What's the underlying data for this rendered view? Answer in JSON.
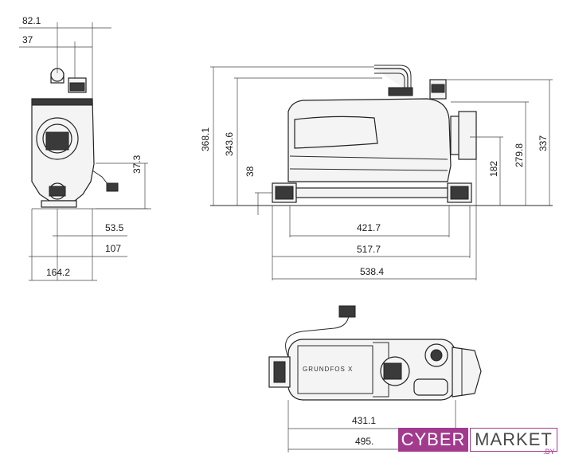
{
  "side_view": {
    "dim_top_1": "82.1",
    "dim_top_2": "37",
    "dim_right": "37.3",
    "dim_bottom_1": "53.5",
    "dim_bottom_2": "107",
    "dim_bottom_3": "164.2"
  },
  "front_view": {
    "dim_left_1": "368.1",
    "dim_left_2": "343.6",
    "dim_left_3": "38",
    "dim_right_1": "182",
    "dim_right_2": "279.8",
    "dim_right_3": "337",
    "dim_bottom_1": "421.7",
    "dim_bottom_2": "517.7",
    "dim_bottom_3": "538.4"
  },
  "top_view": {
    "brand_text": "GRUNDFOS X",
    "dim_bottom_1": "431.1",
    "dim_bottom_2": "495."
  },
  "watermark": {
    "part1": "CYBER",
    "part2": "MARKET",
    "suffix": ".BY"
  }
}
